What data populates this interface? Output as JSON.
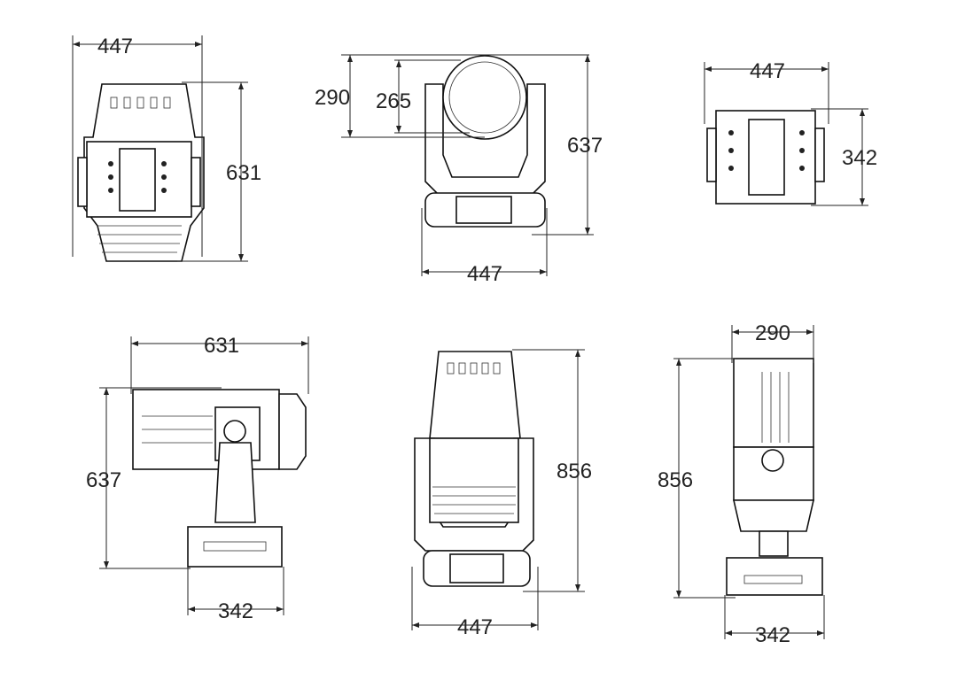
{
  "views": [
    {
      "name": "front-tilted",
      "dims": {
        "width": "447",
        "height": "631"
      }
    },
    {
      "name": "front",
      "dims": {
        "head_outer": "290",
        "head_inner": "265",
        "height": "637",
        "width": "447"
      }
    },
    {
      "name": "top",
      "dims": {
        "width": "447",
        "depth": "342"
      }
    },
    {
      "name": "side-horizontal",
      "dims": {
        "length": "631",
        "height": "637",
        "base": "342"
      }
    },
    {
      "name": "front-upright",
      "dims": {
        "height": "856",
        "width": "447"
      }
    },
    {
      "name": "side-upright",
      "dims": {
        "head": "290",
        "height": "856",
        "base": "342"
      }
    }
  ]
}
